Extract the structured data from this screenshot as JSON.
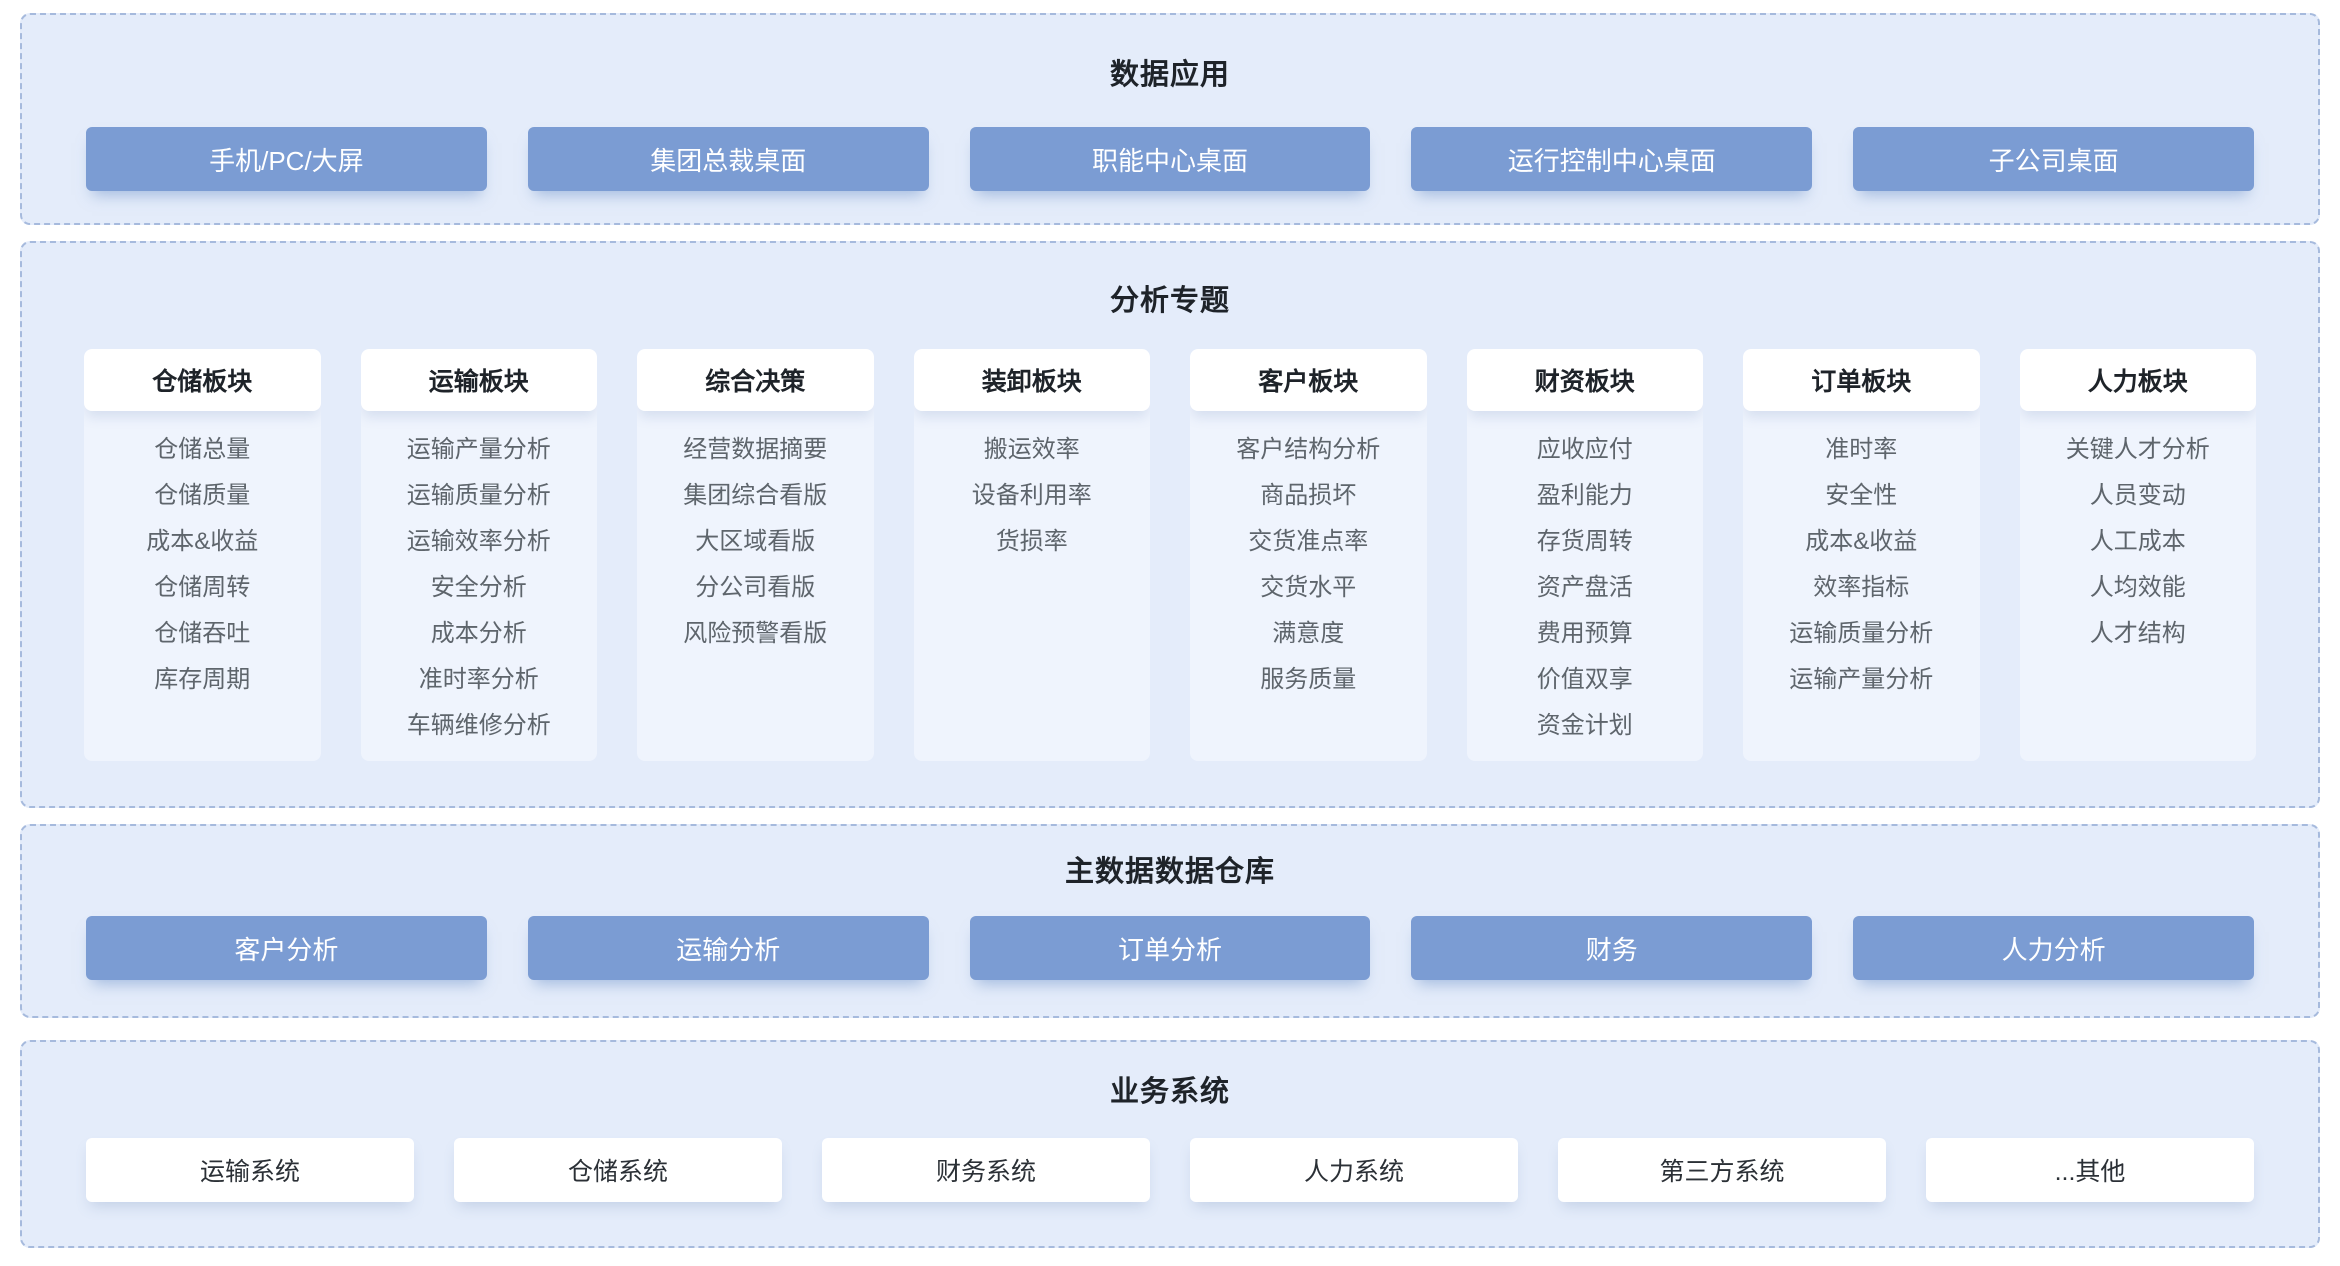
{
  "colors": {
    "page_background": "#ffffff",
    "panel_background": "#e4ecfa",
    "panel_dashed_border": "#a6badd",
    "primary_button_blue": "#7b9cd3",
    "column_panel_background": "#eff4fd",
    "card_white": "#ffffff",
    "title_text": "#1e2329",
    "item_text": "#5e656c",
    "button_text": "#ffffff"
  },
  "sections": {
    "data_apps": {
      "title": "数据应用",
      "buttons": [
        "手机/PC/大屏",
        "集团总裁桌面",
        "职能中心桌面",
        "运行控制中心桌面",
        "子公司桌面"
      ]
    },
    "analysis": {
      "title": "分析专题",
      "columns": [
        {
          "header": "仓储板块",
          "items": [
            "仓储总量",
            "仓储质量",
            "成本&收益",
            "仓储周转",
            "仓储吞吐",
            "库存周期"
          ]
        },
        {
          "header": "运输板块",
          "items": [
            "运输产量分析",
            "运输质量分析",
            "运输效率分析",
            "安全分析",
            "成本分析",
            "准时率分析",
            "车辆维修分析"
          ]
        },
        {
          "header": "综合决策",
          "items": [
            "经营数据摘要",
            "集团综合看版",
            "大区域看版",
            "分公司看版",
            "风险预警看版"
          ]
        },
        {
          "header": "装卸板块",
          "items": [
            "搬运效率",
            "设备利用率",
            "货损率"
          ]
        },
        {
          "header": "客户板块",
          "items": [
            "客户结构分析",
            "商品损坏",
            "交货准点率",
            "交货水平",
            "满意度",
            "服务质量"
          ]
        },
        {
          "header": "财资板块",
          "items": [
            "应收应付",
            "盈利能力",
            "存货周转",
            "资产盘活",
            "费用预算",
            "价值双享",
            "资金计划"
          ]
        },
        {
          "header": "订单板块",
          "items": [
            "准时率",
            "安全性",
            "成本&收益",
            "效率指标",
            "运输质量分析",
            "运输产量分析"
          ]
        },
        {
          "header": "人力板块",
          "items": [
            "关键人才分析",
            "人员变动",
            "人工成本",
            "人均效能",
            "人才结构"
          ]
        }
      ]
    },
    "warehouse": {
      "title": "主数据数据仓库",
      "buttons": [
        "客户分析",
        "运输分析",
        "订单分析",
        "财务",
        "人力分析"
      ]
    },
    "business": {
      "title": "业务系统",
      "cards": [
        "运输系统",
        "仓储系统",
        "财务系统",
        "人力系统",
        "第三方系统",
        "...其他"
      ]
    }
  }
}
